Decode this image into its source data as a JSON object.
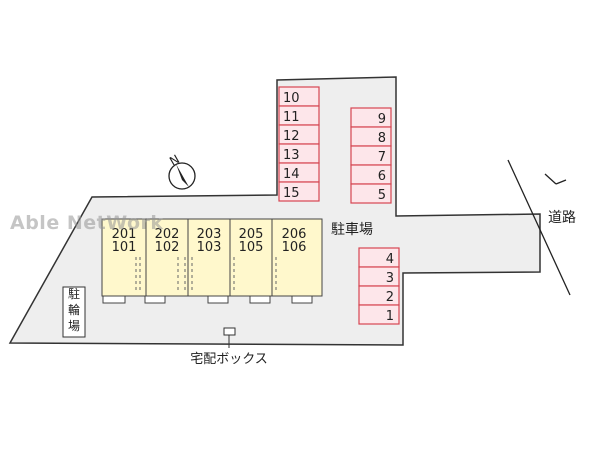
{
  "watermark": "Able NetWork",
  "parking_label": "駐車場",
  "bicycle_label": "駐輪場",
  "delivery_box_label": "宅配ボックス",
  "road_label": "道路",
  "north_label": "N",
  "parking_upper_left": [
    "10",
    "11",
    "12",
    "13",
    "14",
    "15"
  ],
  "parking_upper_right": [
    "9",
    "8",
    "7",
    "6",
    "5"
  ],
  "parking_lower": [
    "4",
    "3",
    "2",
    "1"
  ],
  "units": [
    {
      "upper": "201",
      "lower": "101"
    },
    {
      "upper": "202",
      "lower": "102"
    },
    {
      "upper": "203",
      "lower": "103"
    },
    {
      "upper": "205",
      "lower": "105"
    },
    {
      "upper": "206",
      "lower": "106"
    }
  ],
  "colors": {
    "lot": "#eeeeee",
    "building": "#fff8cc",
    "parking_fill": "#fde6ea",
    "parking_border": "#d64552"
  }
}
